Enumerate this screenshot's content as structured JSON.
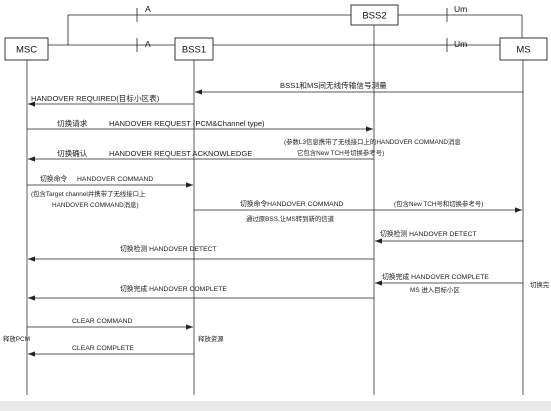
{
  "entities": {
    "msc": "MSC",
    "bss1": "BSS1",
    "bss2": "BSS2",
    "ms": "MS"
  },
  "interfaces": {
    "a_upper": "A",
    "um_upper": "Um",
    "a_lower": "A",
    "um_lower": "Um"
  },
  "messages": {
    "measurement": "BSS1和MS间无线传输信号测量",
    "handover_required": "HANDOVER REQUIRED(目标小区表)",
    "handover_request": {
      "cn": "切换请求",
      "en": "HANDOVER REQUEST (PCM&Channel type)"
    },
    "handover_request_ack": {
      "cn": "切换确认",
      "en": "HANDOVER REQUEST ACKNOWLEDGE"
    },
    "handover_command_bss1": {
      "cn": "切换命令",
      "en": "HANDOVER COMMAND"
    },
    "handover_command_ms": "切换命令HANDOVER COMMAND",
    "handover_detect_bss2": "切换检测 HANDOVER DETECT",
    "handover_detect_msc": "切换检测 HANDOVER DETECT",
    "handover_complete_bss2": "切换完成 HANDOVER COMPLETE",
    "handover_complete_msc": "切换完成 HANDOVER COMPLETE",
    "clear_command": "CLEAR COMMAND",
    "clear_complete": "CLEAR COMPLETE"
  },
  "notes": {
    "request_note_line1": "(参数L3信息携带了无线接口上的HANDOVER COMMAND消息",
    "request_note_line2": "它包含New TCH号切换参考号)",
    "command_note_line1": "(包含Target channel并携带了无线接口上",
    "command_note_line2": "HANDOVER COMMAND消息)",
    "command_ms_note": "(包含New TCH号和切换参考号)",
    "command_via_note": "通过原BSS,让MS转到新的信道",
    "ms_enter_cell": "MS 进入目标小区",
    "release_pcm": "释放PCM",
    "release_resources": "释放资源",
    "edge_fragment": "切换完"
  },
  "colors": {
    "line": "#222222",
    "background": "#ffffff",
    "bottom_strip": "#e9e9e9"
  }
}
